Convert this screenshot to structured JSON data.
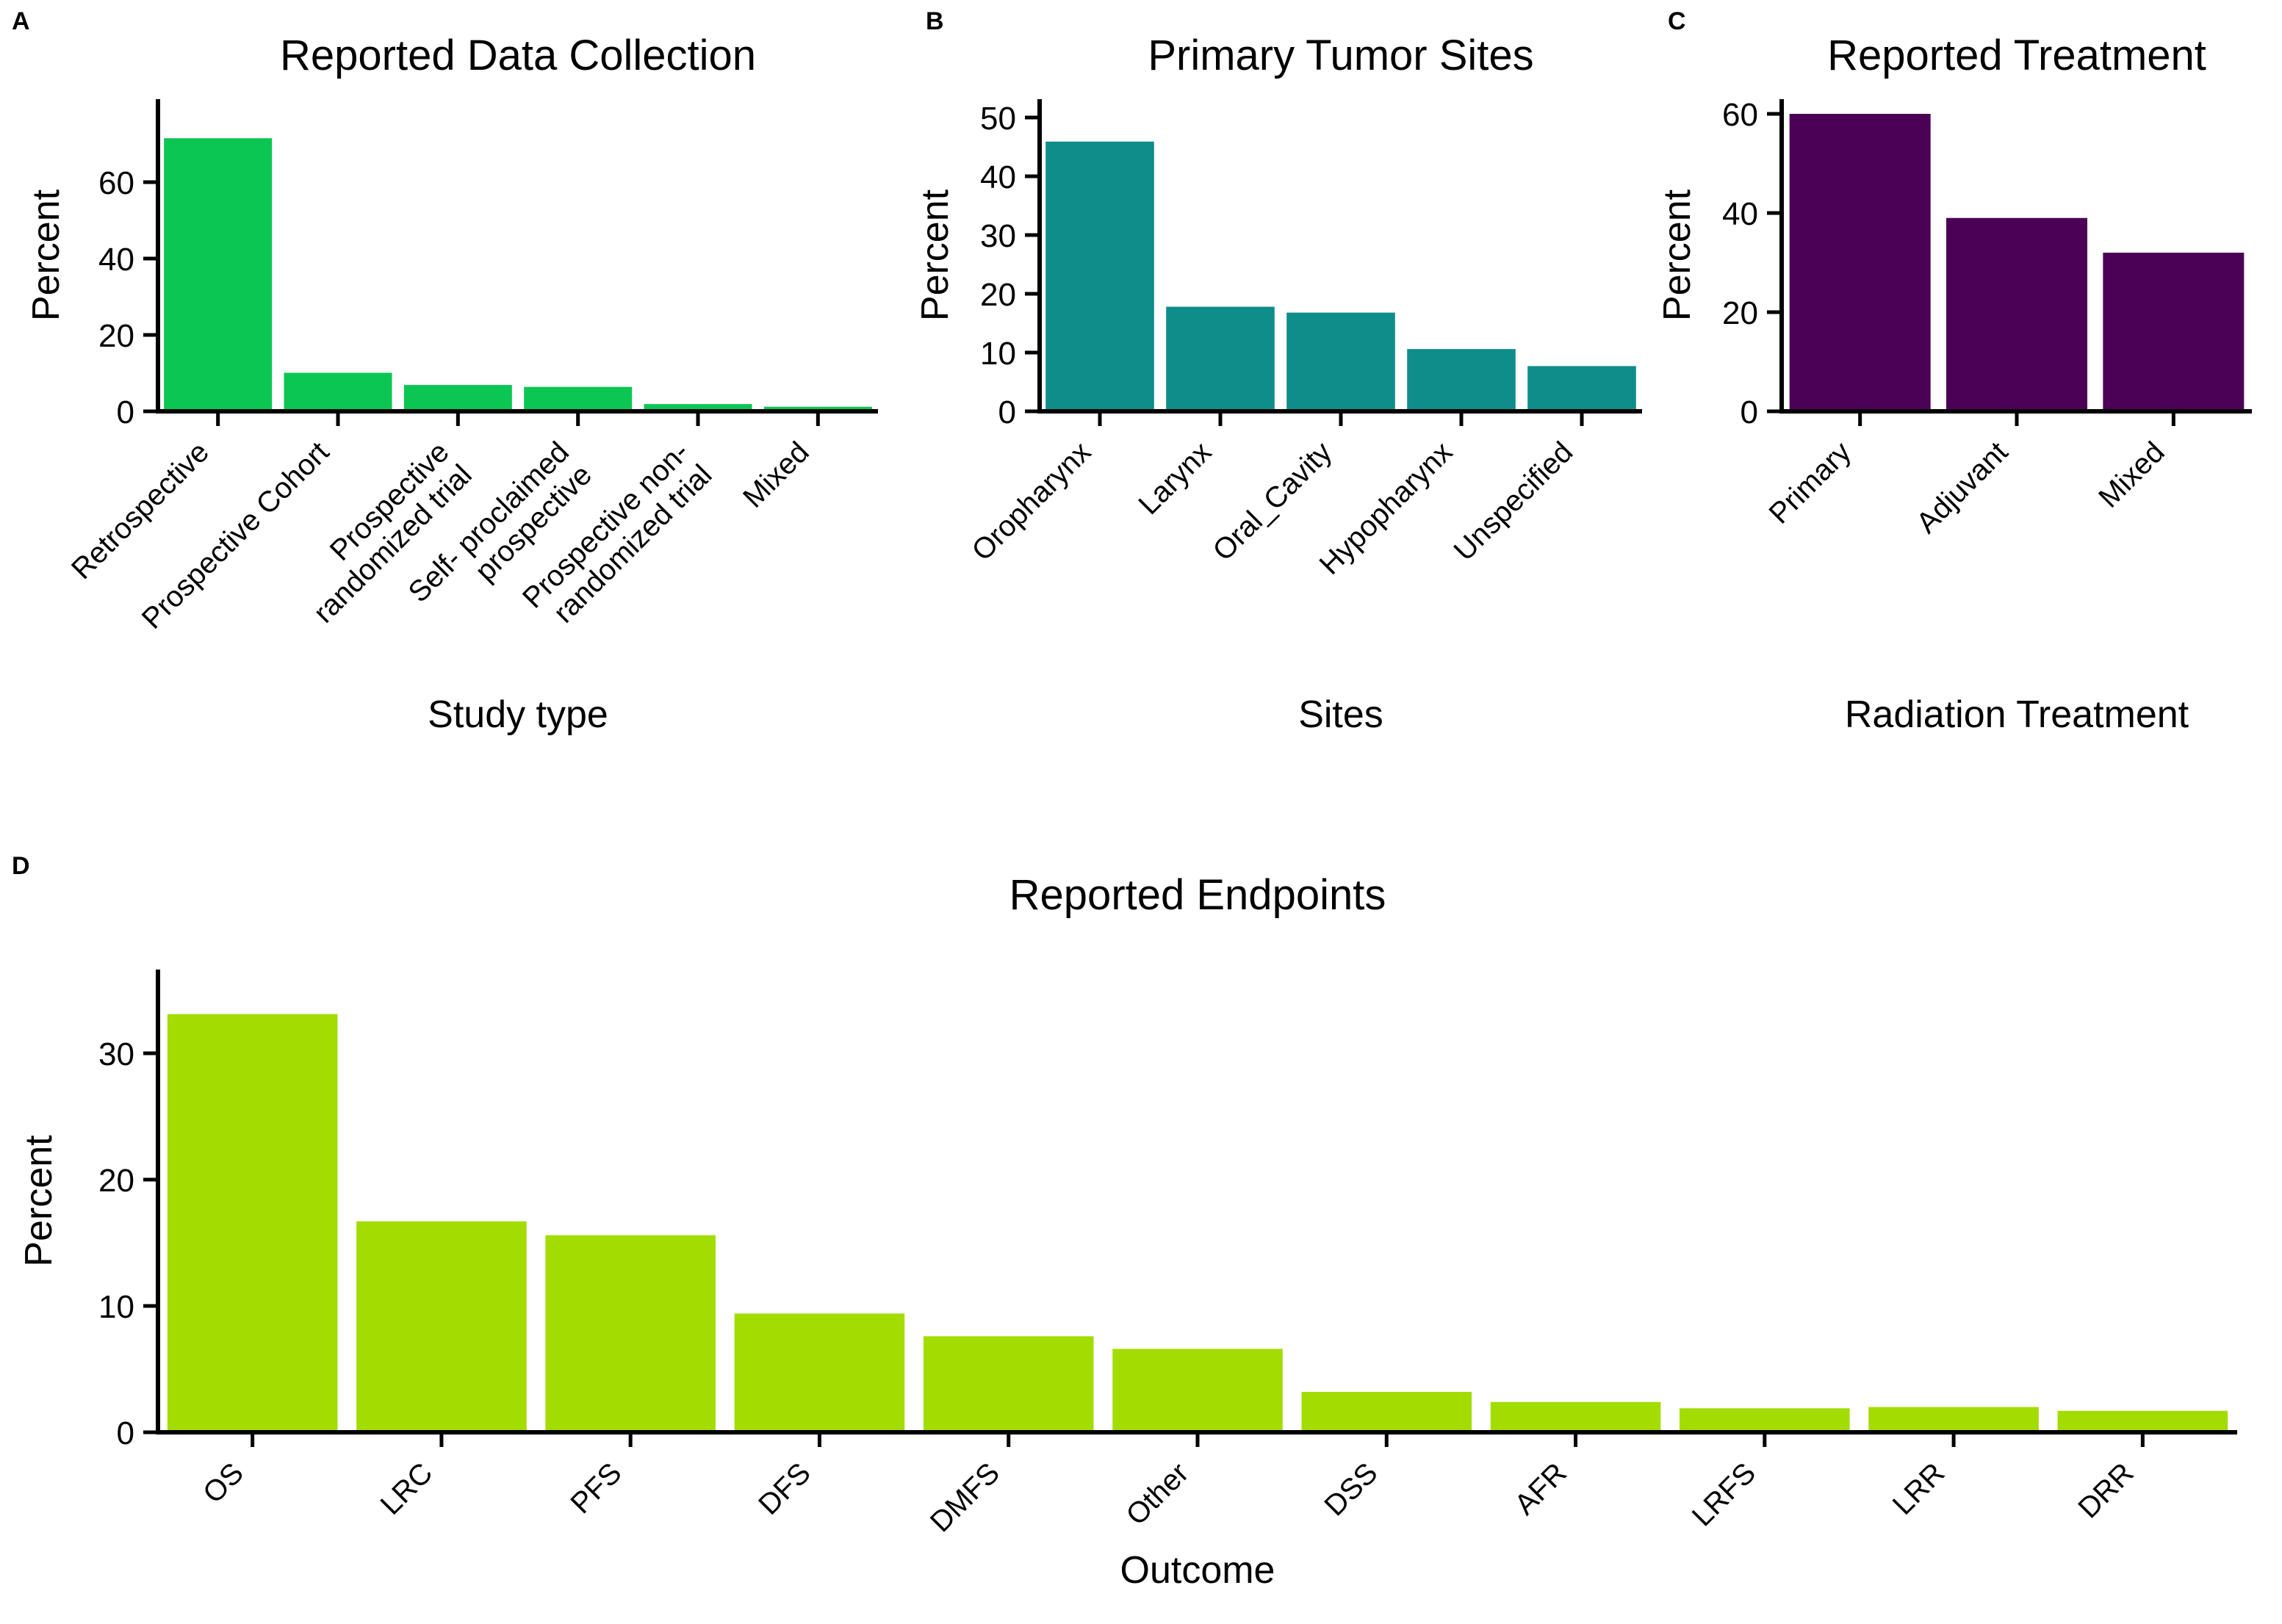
{
  "figure": {
    "background": "#ffffff",
    "text_color": "#000000",
    "tick_text_color": "#4d4d4d"
  },
  "chart_data": [
    {
      "type": "bar",
      "panel_letter": "A",
      "title": "Reported Data Collection",
      "xlabel": "Study type",
      "ylabel": "Percent",
      "y_ticks": [
        0,
        20,
        40,
        60
      ],
      "ylim": [
        0,
        82
      ],
      "grid": false,
      "legend": "none",
      "bar_color": "#0bc653",
      "categories": [
        "Retrospective",
        "Prospective Cohort",
        "Prospective randomized trial",
        "Self- proclaimed prospective",
        "Prospective non-randomized trial",
        "Mixed"
      ],
      "label_lines": [
        [
          "Retrospective"
        ],
        [
          "Prospective Cohort"
        ],
        [
          "Prospective",
          "randomized trial"
        ],
        [
          "Self- proclaimed",
          "prospective"
        ],
        [
          "Prospective non-",
          "randomized trial"
        ],
        [
          "Mixed"
        ]
      ],
      "values": [
        71.5,
        10.1,
        6.9,
        6.4,
        1.9,
        1.2
      ]
    },
    {
      "type": "bar",
      "panel_letter": "B",
      "title": "Primary Tumor Sites",
      "xlabel": "Sites",
      "ylabel": "Percent",
      "y_ticks": [
        0,
        10,
        20,
        30,
        40,
        50
      ],
      "ylim": [
        0,
        53
      ],
      "grid": false,
      "legend": "none",
      "bar_color": "#0e8d8a",
      "categories": [
        "Oropharynx",
        "Larynx",
        "Oral_Cavity",
        "Hypopharynx",
        "Unspecified"
      ],
      "label_lines": [
        [
          "Oropharynx"
        ],
        [
          "Larynx"
        ],
        [
          "Oral_Cavity"
        ],
        [
          "Hypopharynx"
        ],
        [
          "Unspecified"
        ]
      ],
      "values": [
        45.9,
        17.8,
        16.8,
        10.6,
        7.7
      ]
    },
    {
      "type": "bar",
      "panel_letter": "C",
      "title": "Reported Treatment",
      "xlabel": "Radiation Treatment",
      "ylabel": "Percent",
      "y_ticks": [
        0,
        20,
        40,
        60
      ],
      "ylim": [
        0,
        63
      ],
      "grid": false,
      "legend": "none",
      "bar_color": "#4b0156",
      "categories": [
        "Primary",
        "Adjuvant",
        "Mixed"
      ],
      "label_lines": [
        [
          "Primary"
        ],
        [
          "Adjuvant"
        ],
        [
          "Mixed"
        ]
      ],
      "values": [
        60,
        39,
        32
      ]
    },
    {
      "type": "bar",
      "panel_letter": "D",
      "title": "Reported Endpoints",
      "xlabel": "Outcome",
      "ylabel": "Percent",
      "y_ticks": [
        0,
        10,
        20,
        30
      ],
      "ylim": [
        0,
        36
      ],
      "grid": false,
      "legend": "none",
      "bar_color": "#a2dc00",
      "categories": [
        "OS",
        "LRC",
        "PFS",
        "DFS",
        "DMFS",
        "Other",
        "DSS",
        "AFR",
        "LRFS",
        "LRR",
        "DRR"
      ],
      "label_lines": [
        [
          "OS"
        ],
        [
          "LRC"
        ],
        [
          "PFS"
        ],
        [
          "DFS"
        ],
        [
          "DMFS"
        ],
        [
          "Other"
        ],
        [
          "DSS"
        ],
        [
          "AFR"
        ],
        [
          "LRFS"
        ],
        [
          "LRR"
        ],
        [
          "DRR"
        ]
      ],
      "values": [
        33.1,
        16.7,
        15.6,
        9.4,
        7.6,
        6.6,
        3.2,
        2.4,
        1.9,
        2.0,
        1.7
      ]
    }
  ]
}
